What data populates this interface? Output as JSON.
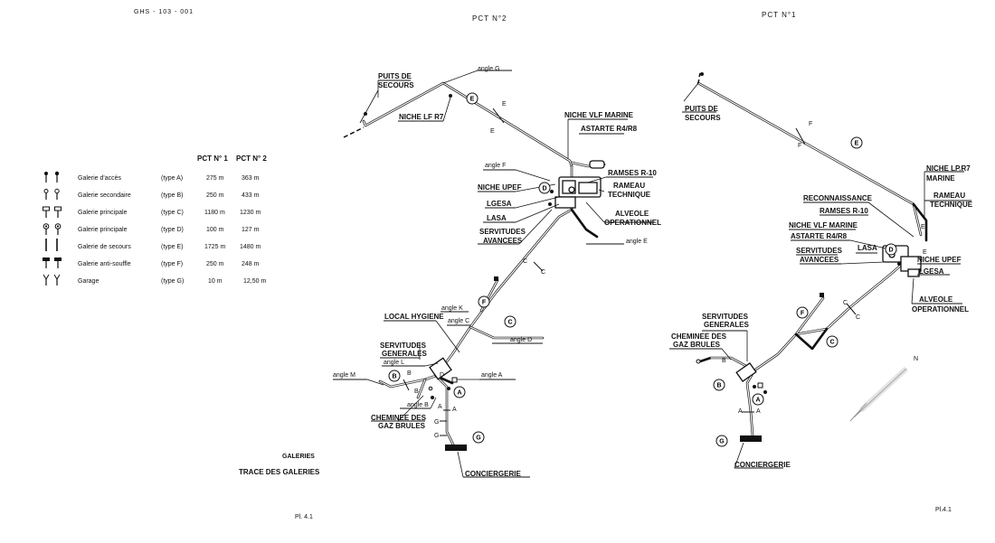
{
  "header": {
    "top_left_code": "GHS - 103 - 001",
    "pct2_title": "PCT N°2",
    "pct1_title": "PCT N°1"
  },
  "legend": {
    "col_pct1": "PCT N° 1",
    "col_pct2": "PCT N° 2",
    "rows": [
      {
        "symbol": "galerie-acces-icon",
        "name": "Galerie d'accès",
        "type": "(type A)",
        "pct1": "275 m",
        "pct2": "363 m"
      },
      {
        "symbol": "galerie-secondaire-icon",
        "name": "Galerie secondaire",
        "type": "(type B)",
        "pct1": "250 m",
        "pct2": "433 m"
      },
      {
        "symbol": "galerie-principale-c-icon",
        "name": "Galerie principale",
        "type": "(type C)",
        "pct1": "1180 m",
        "pct2": "1230 m"
      },
      {
        "symbol": "galerie-principale-d-icon",
        "name": "Galerie principale",
        "type": "(type D)",
        "pct1": "100 m",
        "pct2": "127 m"
      },
      {
        "symbol": "galerie-secours-icon",
        "name": "Galerie de secours",
        "type": "(type E)",
        "pct1": "1725 m",
        "pct2": "1480 m"
      },
      {
        "symbol": "galerie-anti-souffle-icon",
        "name": "Galerie anti-souffle",
        "type": "(type F)",
        "pct1": "250 m",
        "pct2": "248 m"
      },
      {
        "symbol": "garage-icon",
        "name": "Garage",
        "type": "(type G)",
        "pct1": "10 m",
        "pct2": "12,50 m"
      }
    ]
  },
  "caption": {
    "line1": "GALERIES",
    "line2": "TRACE DES GALERIES",
    "plate_left": "Pl. 4.1",
    "plate_right": "Pl.4.1"
  },
  "pct2_labels": {
    "angle_g": "angle G",
    "puits_de": "PUITS DE",
    "secours": "SECOURS",
    "niche_lfr7": "NICHE LF R7",
    "e1": "E",
    "e2": "E",
    "niche_vlf_marine": "NICHE VLF MARINE",
    "astarte": "ASTARTE R4/R8",
    "angle_f": "angle F",
    "ramses": "RAMSES R-10",
    "rameau": "RAMEAU",
    "technique": "TECHNIQUE",
    "niche_upef": "NICHE UPEF",
    "lgesa": "LGESA",
    "lasa": "LASA",
    "servitudes": "SERVITUDES",
    "avancees": "AVANCEES",
    "alveole": "ALVEOLE",
    "operationnel": "OPERATIONNEL",
    "angle_e": "angle E",
    "c1": "C",
    "c2": "C",
    "angle_k": "angle K",
    "local_hygiene": "LOCAL HYGIENE",
    "angle_c": "angle C",
    "angle_d": "angle D",
    "servitudes_generales_1": "SERVITUDES",
    "servitudes_generales_2": "GENERALES",
    "angle_l": "angle  L",
    "angle_m": "angle  M",
    "angle_a": "angle  A",
    "angle_b": "angle  B",
    "b1": "B",
    "b2": "B",
    "d_mark": "D",
    "a1": "A",
    "a2": "A",
    "g1": "G",
    "g2": "G",
    "cheminee_1": "CHEMINEE DES",
    "cheminee_2": "GAZ BRULES",
    "conciergerie": "CONCIERGERIE"
  },
  "pct1_labels": {
    "puits_de": "PUITS DE",
    "secours": "SECOURS",
    "f1": "F",
    "f2": "F",
    "niche_lpr7": "NICHE LP.R7",
    "marine": "MARINE",
    "rameau": "RAMEAU",
    "technique": "TECHNIQUE",
    "reconnaissance": "RECONNAISSANCE",
    "ramses": "RAMSES R-10",
    "niche_vlf_marine": "NICHE VLF MARINE",
    "astarte": "ASTARTE R4/R8",
    "servitudes": "SERVITUDES",
    "avancees": "AVANCEES",
    "lasa": "LASA",
    "e1": "E",
    "e2": "E",
    "niche_upef": "NICHE UPEF",
    "lgesa": "LGESA",
    "alveole": "ALVEOLE",
    "operationnel": "OPERATIONNEL",
    "c1": "C",
    "c2": "C",
    "servitudes_generales_1": "SERVITUDES",
    "servitudes_generales_2": "GENERALES",
    "cheminee_1": "CHEMINEE DES",
    "cheminee_2": "GAZ BRULES",
    "b1": "B",
    "a1": "A",
    "a2": "A",
    "north": "N",
    "conciergerie": "CONCIERGERIE"
  },
  "circle_labels": {
    "e": "E",
    "d": "D",
    "f": "F",
    "c": "C",
    "b": "B",
    "a": "A",
    "g": "G"
  }
}
